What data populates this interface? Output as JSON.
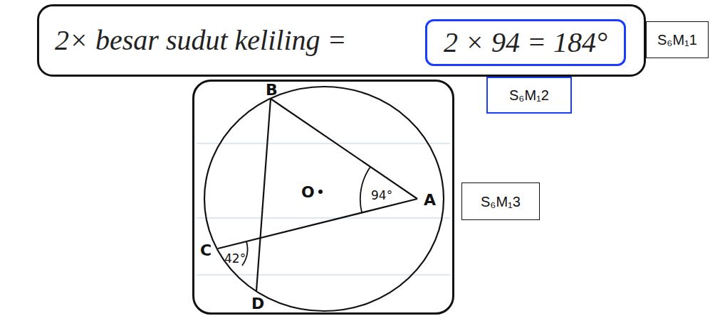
{
  "diagram": {
    "nodes": [
      {
        "text": [
          "2× besar sudut keliling ="
        ]
      },
      {
        "text": [
          "2 × 94 = 184°"
        ],
        "in": 0
      },
      {
        "text": [
          "S₆M₁1"
        ]
      },
      {
        "text": [
          "S₆M₁2"
        ]
      },
      {
        "text": [
          "B",
          "O",
          "A",
          "C",
          "94°",
          "42°",
          "D"
        ]
      },
      {
        "text": [
          "S₆M₁3"
        ]
      }
    ]
  }
}
